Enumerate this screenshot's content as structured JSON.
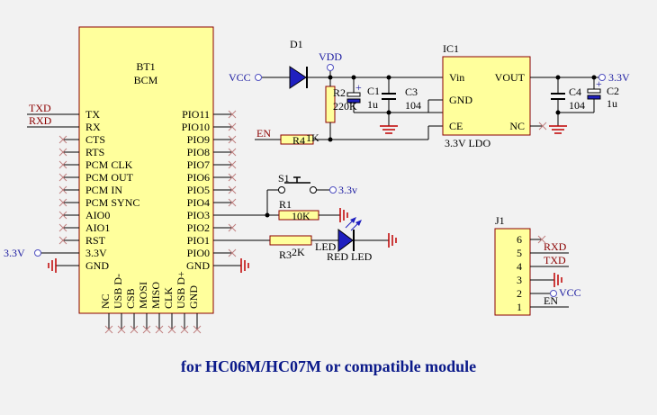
{
  "caption": "for HC06M/HC07M or compatible module",
  "bt1": {
    "ref": "BT1",
    "name": "BCM",
    "left_pins": [
      "TX",
      "RX",
      "CTS",
      "RTS",
      "PCM CLK",
      "PCM OUT",
      "PCM IN",
      "PCM SYNC",
      "AIO0",
      "AIO1",
      "RST",
      "3.3V",
      "GND"
    ],
    "right_pins": [
      "PIO11",
      "PIO10",
      "PIO9",
      "PIO8",
      "PIO7",
      "PIO6",
      "PIO5",
      "PIO4",
      "PIO3",
      "PIO2",
      "PIO1",
      "PIO0",
      "GND"
    ],
    "bottom_pins": [
      "NC",
      "USB D-",
      "CSB",
      "MOSI",
      "MISO",
      "CLK",
      "USB D+",
      "GND"
    ]
  },
  "nets": {
    "txd": "TXD",
    "rxd": "RXD",
    "vcc": "VCC",
    "vdd": "VDD",
    "en": "EN",
    "v33": "3.3V",
    "v33_left": "3.3V",
    "v33_switch": "3.3v"
  },
  "parts": {
    "d1": "D1",
    "r2": "R2",
    "r2_value": "220K",
    "c1": "C1",
    "c1_value": "1u",
    "c3": "C3",
    "c3_value": "104",
    "r4": "R4",
    "r4_value": "1K",
    "c4": "C4",
    "c4_value": "104",
    "c2": "C2",
    "c2_value": "1u",
    "s1": "S1",
    "r1": "R1",
    "r1_value": "10K",
    "r3": "R3",
    "r3_value": "2K",
    "led": "LED",
    "led_value": "RED LED",
    "plus": "+"
  },
  "ic1": {
    "ref": "IC1",
    "name": "3.3V LDO",
    "pins": {
      "vin": "Vin",
      "gnd": "GND",
      "ce": "CE",
      "vout": "VOUT",
      "nc": "NC"
    }
  },
  "j1": {
    "ref": "J1",
    "pins": [
      "6",
      "5",
      "4",
      "3",
      "2",
      "1"
    ],
    "nets": {
      "rxd": "RXD",
      "txd": "TXD",
      "vcc": "VCC",
      "en": "EN"
    }
  }
}
